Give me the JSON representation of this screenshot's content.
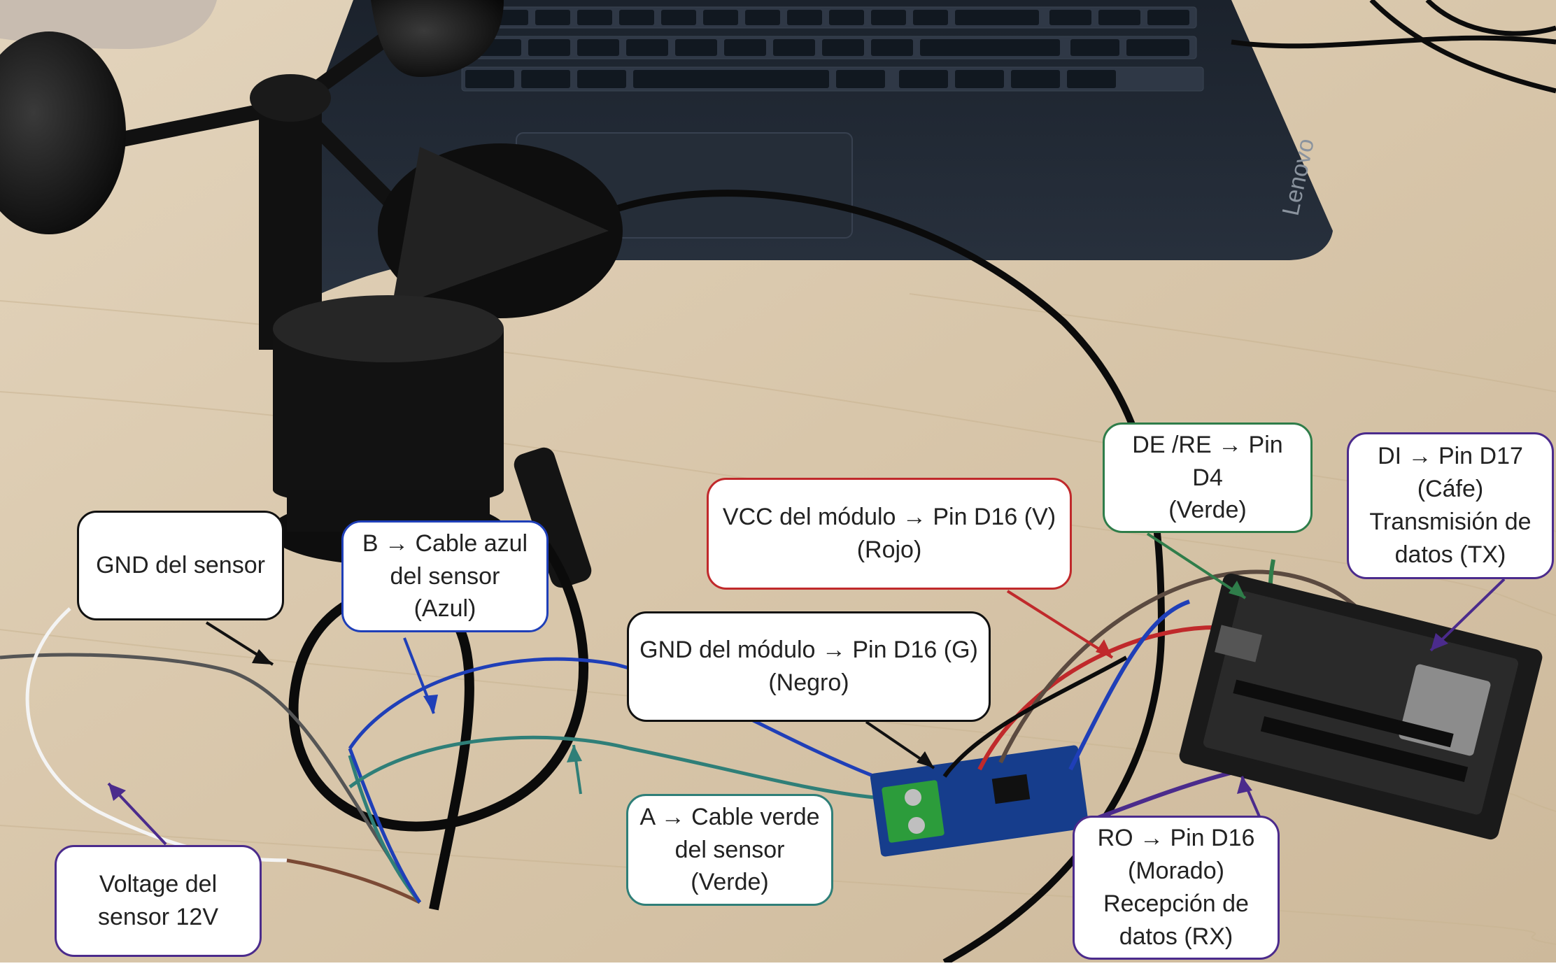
{
  "colors": {
    "table": "#d9c8ae",
    "laptop": "#1f2630",
    "red": "#c0292b",
    "green": "#2f7d4a",
    "teal": "#2f7f78",
    "blue": "#1f3fb8",
    "purple": "#4b2b8c",
    "black": "#111111"
  },
  "icons": [
    "anemometer-sensor",
    "laptop-keyboard",
    "rs485-module",
    "esp32-board"
  ],
  "laptop": {
    "brand": "Lenovo"
  },
  "labels": {
    "gnd_sensor": [
      "GND del sensor"
    ],
    "b_cable": [
      "B → Cable azul",
      "del sensor",
      "(Azul)"
    ],
    "voltage": [
      "Voltage del",
      "sensor 12V"
    ],
    "vcc": [
      "VCC del módulo → Pin D16 (V)",
      "(Rojo)"
    ],
    "gnd_modulo": [
      "GND del módulo → Pin D16 (G)",
      "(Negro)"
    ],
    "a_cable": [
      "A → Cable verde",
      "del sensor",
      "(Verde)"
    ],
    "de_re": [
      "DE /RE → Pin D4",
      "(Verde)"
    ],
    "di": [
      "DI → Pin D17",
      "(Cáfe)",
      "Transmisión de",
      "datos (TX)"
    ],
    "ro": [
      "RO → Pin D16",
      "(Morado)",
      "Recepción de",
      "datos (RX)"
    ]
  }
}
